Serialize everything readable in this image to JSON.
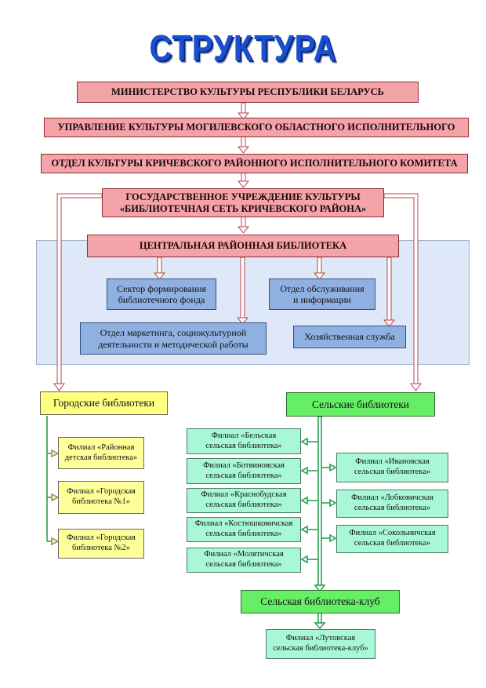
{
  "title": "СТРУКТУРА",
  "colors": {
    "pink": "#f4a3a8",
    "blue": "#8fb1e2",
    "yellow": "#ffff80",
    "green": "#66ee66",
    "mint": "#a8f8d8",
    "arrow_red": "#c0404a",
    "arrow_green": "#1f9a4a"
  },
  "hierarchy": {
    "ministry": "МИНИСТЕРСТВО КУЛЬТУРЫ РЕСПУБЛИКИ БЕЛАРУСЬ",
    "regional": "УПРАВЛЕНИЕ КУЛЬТУРЫ МОГИЛЕВСКОГО ОБЛАСТНОГО ИСПОЛНИТЕЛЬНОГО",
    "district": "ОТДЕЛ КУЛЬТУРЫ КРИЧЕВСКОГО РАЙОННОГО ИСПОЛНИТЕЛЬНОГО КОМИТЕТА",
    "network_line1": "ГОСУДАРСТВЕННОЕ УЧРЕЖДЕНИЕ КУЛЬТУРЫ",
    "network_line2": "«БИБЛИОТЕЧНАЯ СЕТЬ КРИЧЕВСКОГО РАЙОНА»",
    "central": "ЦЕНТРАЛЬНАЯ РАЙОННАЯ БИБЛИОТЕКА"
  },
  "departments": {
    "fund_line1": "Сектор формирования",
    "fund_line2": "библиотечного фонда",
    "service_line1": "Отдел обслуживания",
    "service_line2": "и информации",
    "marketing_line1": "Отдел маркетинга, социокультурной",
    "marketing_line2": "деятельности и методической работы",
    "household": "Хозяйственная служба"
  },
  "city": {
    "header": "Городские библиотеки",
    "branches": [
      {
        "line1": "Филиал «Районная",
        "line2": "детская библиотека»"
      },
      {
        "line1": "Филиал «Городская",
        "line2": "библиотека №1»"
      },
      {
        "line1": "Филиал «Городская",
        "line2": "библиотека №2»"
      }
    ]
  },
  "rural": {
    "header": "Сельские библиотеки",
    "left": [
      {
        "line1": "Филиал «Бельская",
        "line2": "сельская библиотека»"
      },
      {
        "line1": "Филиал «Ботвиновская",
        "line2": "сельская библиотека»"
      },
      {
        "line1": "Филиал «Краснобудская",
        "line2": "сельская библиотека»"
      },
      {
        "line1": "Филиал «Костюшковичская",
        "line2": "сельская библиотека»"
      },
      {
        "line1": "Филиал «Молятичская",
        "line2": "сельская библиотека»"
      }
    ],
    "right": [
      {
        "line1": "Филиал «Ивановская",
        "line2": "сельская библиотека»"
      },
      {
        "line1": "Филиал «Лобковичская",
        "line2": "сельская библиотека»"
      },
      {
        "line1": "Филиал «Сокольничская",
        "line2": "сельская библиотека»"
      }
    ],
    "club_header": "Сельская библиотека-клуб",
    "club_branch": {
      "line1": "Филиал «Лутовская",
      "line2": "сельская библиотека-клуб»"
    }
  }
}
